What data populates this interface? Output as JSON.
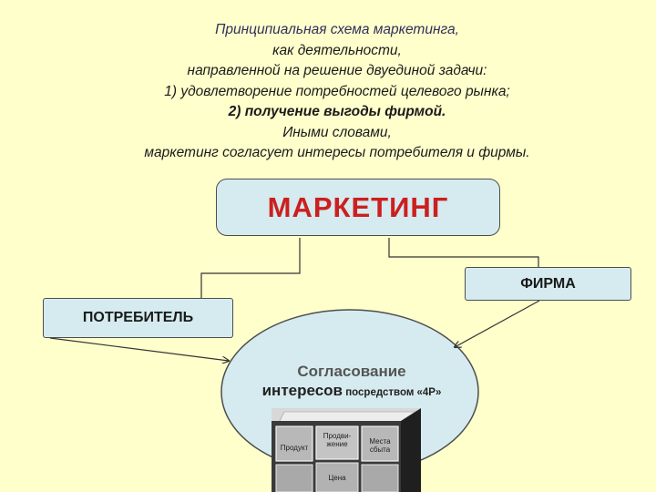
{
  "heading": {
    "line1": "Принципиальная схема маркетинга,",
    "line2": "как деятельности,",
    "line3": "направленной на решение двуединой задачи:",
    "line4": "1) удовлетворение потребностей целевого рынка;",
    "line5": "2) получение выгоды фирмой.",
    "line6": "Иными словами,",
    "line7": "маркетинг согласует интересы потребителя и фирмы."
  },
  "boxes": {
    "marketing": "МАРКЕТИНГ",
    "firm": "ФИРМА",
    "consumer": "ПОТРЕБИТЕЛЬ"
  },
  "ellipse": {
    "line1": "Согласование",
    "line2_main": "интересов",
    "line2_suffix": " посредством «4Р»"
  },
  "cube": {
    "product": "Продукт",
    "promotion": "Продви-\nжение",
    "place": "Места\nсбыта",
    "price": "Цена"
  },
  "colors": {
    "background": "#ffffcc",
    "box_fill": "#d5ebef",
    "marketing_text": "#cc1f1f"
  }
}
